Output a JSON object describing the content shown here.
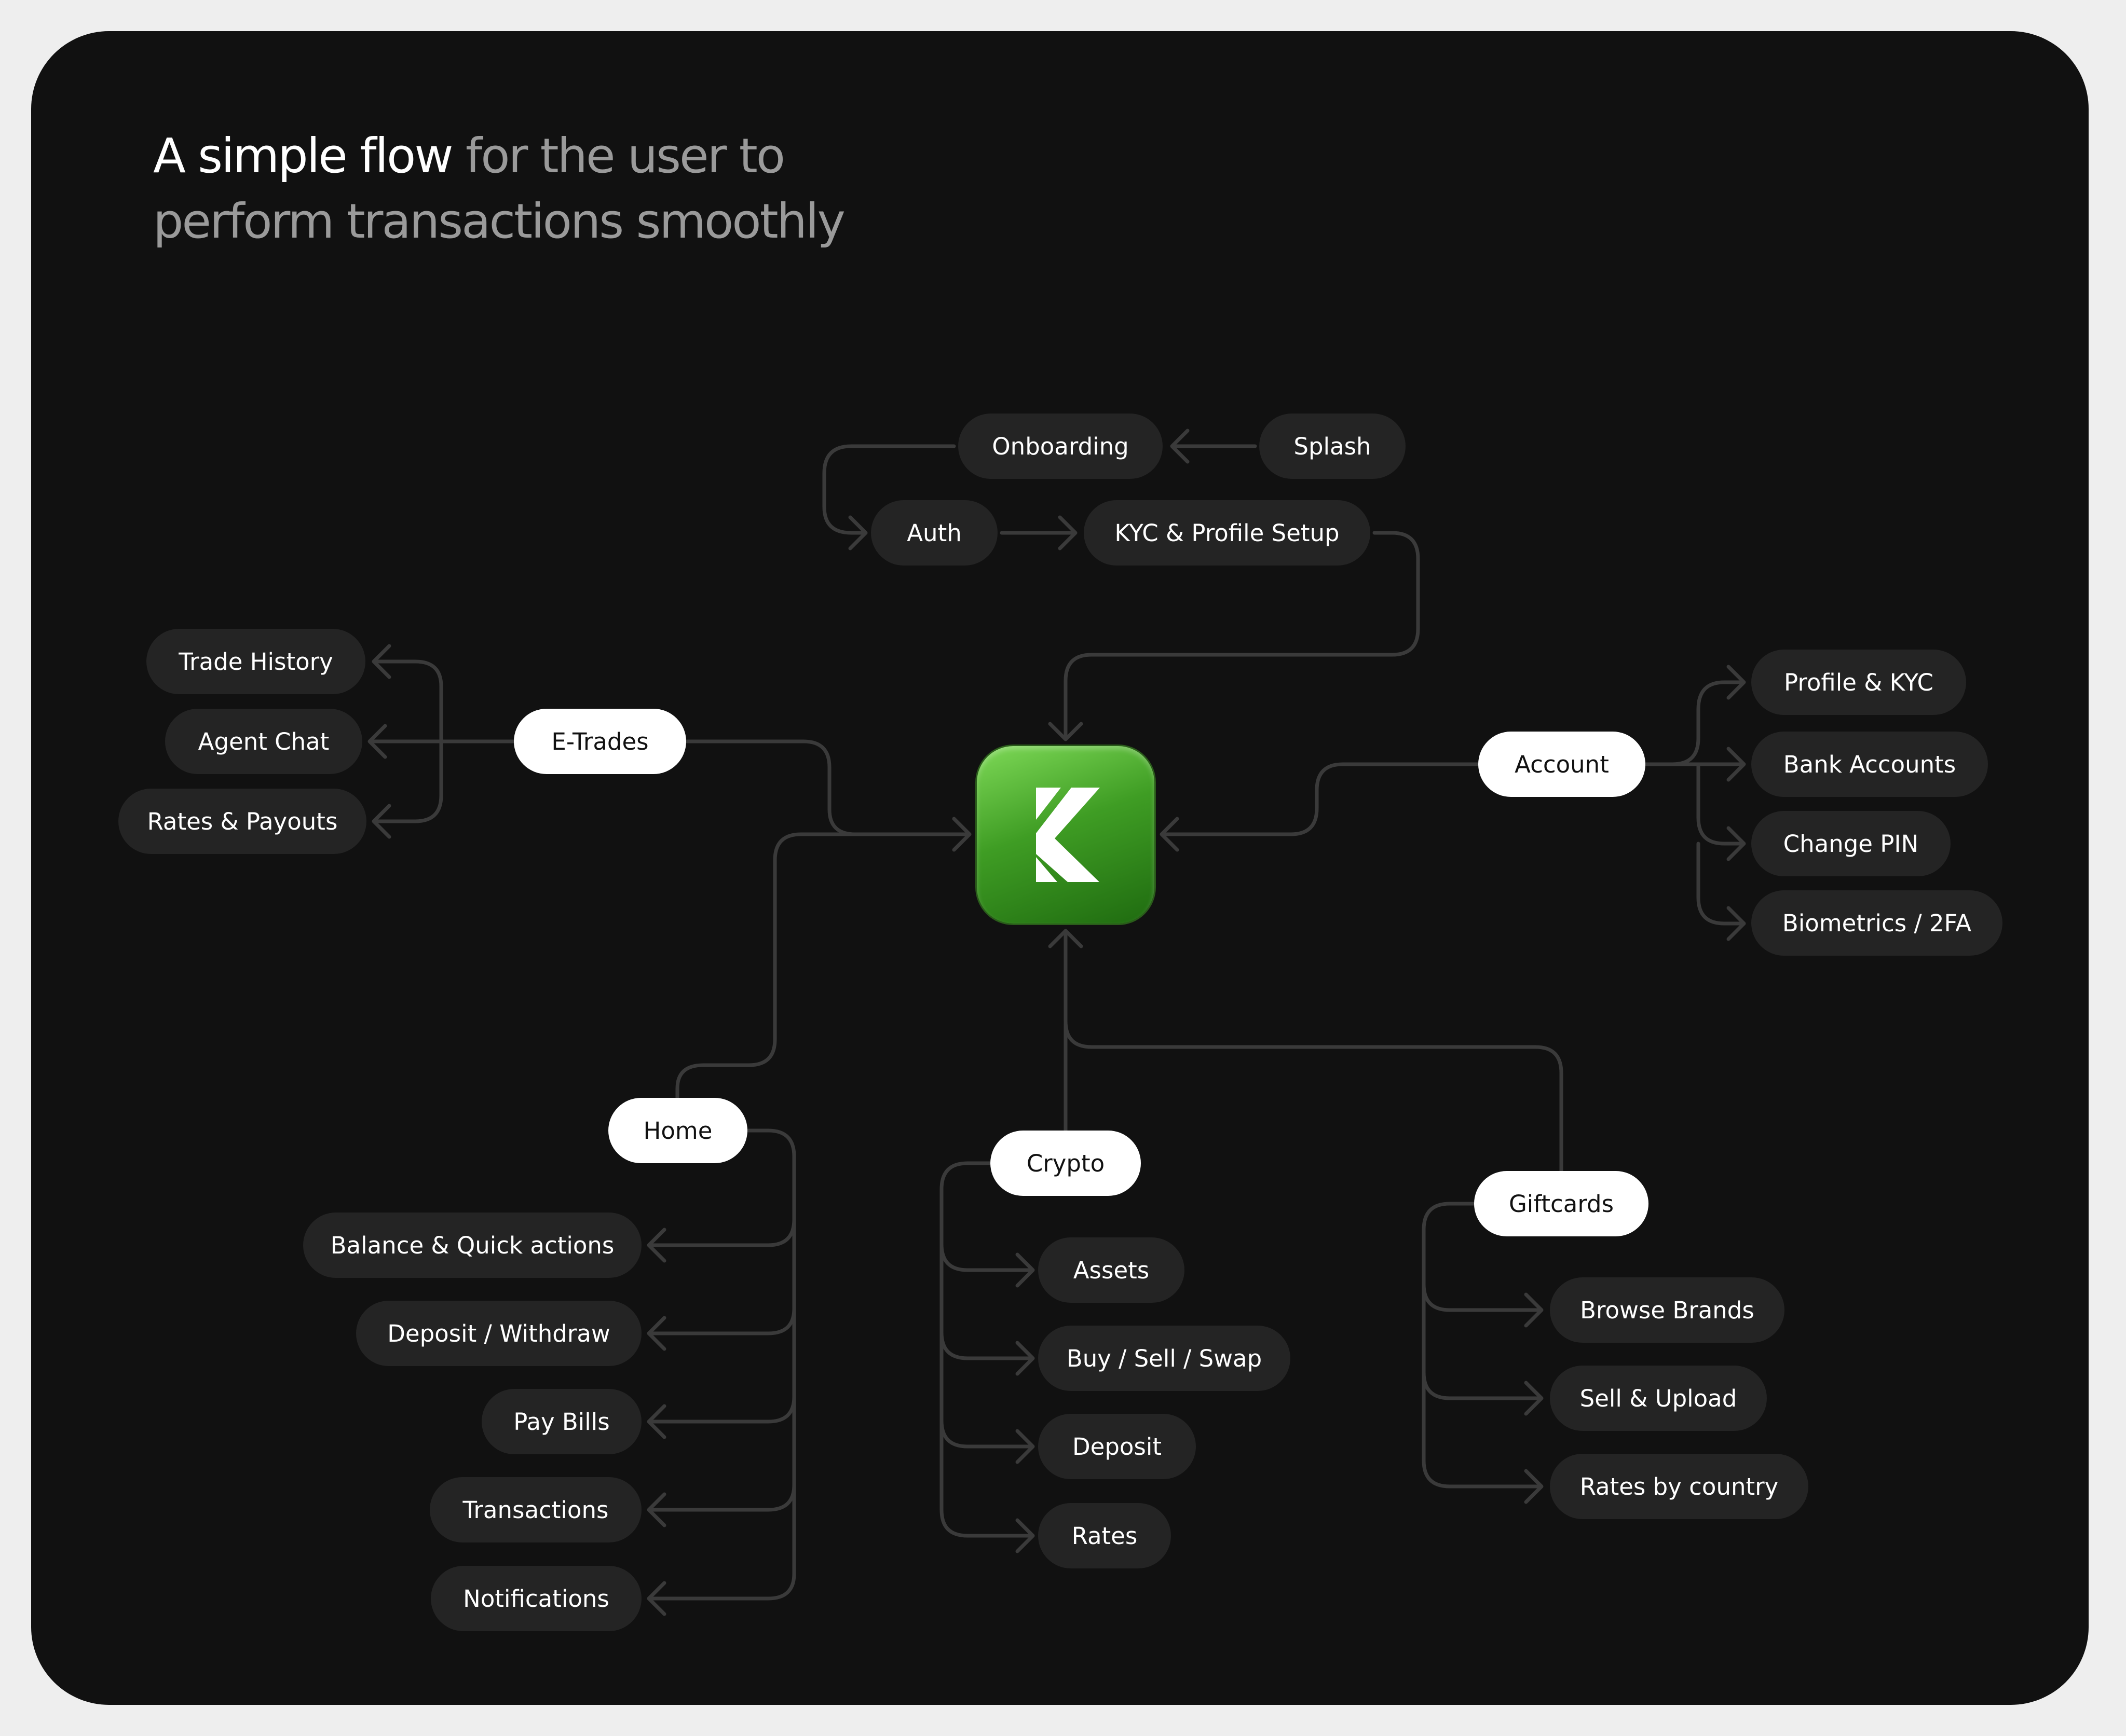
{
  "title": {
    "highlight": "A simple flow",
    "rest": " for the user to perform transactions smoothly"
  },
  "colors": {
    "background": "#111111",
    "outer": "#eeeeee",
    "node": "#242424",
    "node_primary": "#ffffff",
    "connector": "#3a3a3a",
    "brand_green": "#3f9d24"
  },
  "center": {
    "icon": "app-logo-icon"
  },
  "nodes": {
    "onboarding": "Onboarding",
    "splash": "Splash",
    "auth": "Auth",
    "kyc_setup": "KYC & Profile Setup",
    "etrades": "E-Trades",
    "trade_history": "Trade History",
    "agent_chat": "Agent Chat",
    "rates_payouts": "Rates & Payouts",
    "account": "Account",
    "profile_kyc": "Profile & KYC",
    "bank_accounts": "Bank Accounts",
    "change_pin": "Change PIN",
    "biometrics": "Biometrics / 2FA",
    "home": "Home",
    "balance_quick": "Balance & Quick actions",
    "deposit_withdraw": "Deposit / Withdraw",
    "pay_bills": "Pay Bills",
    "transactions": "Transactions",
    "notifications": "Notifications",
    "crypto": "Crypto",
    "assets": "Assets",
    "buy_sell_swap": "Buy / Sell / Swap",
    "crypto_deposit": "Deposit",
    "crypto_rates": "Rates",
    "giftcards": "Giftcards",
    "browse_brands": "Browse Brands",
    "sell_upload": "Sell & Upload",
    "rates_by_country": "Rates by country"
  }
}
